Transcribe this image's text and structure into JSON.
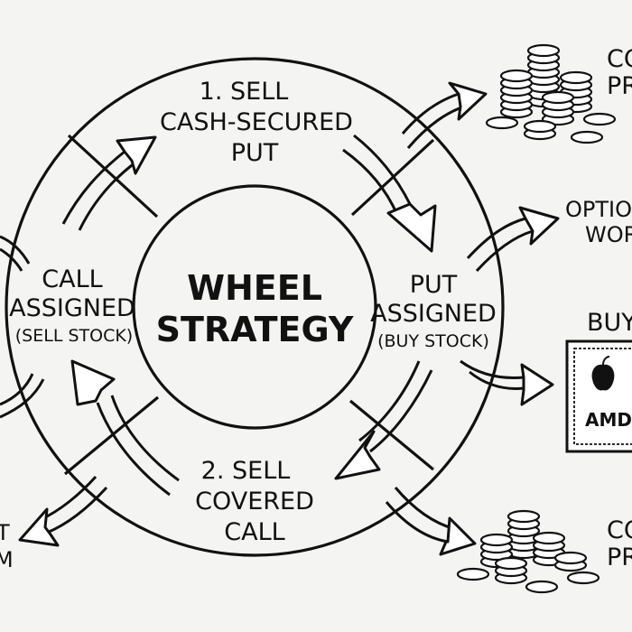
{
  "center": {
    "line1": "WHEEL",
    "line2": "STRATEGY"
  },
  "steps": {
    "sell_put": {
      "line1": "1. SELL",
      "line2": "CASH-SECURED",
      "line3": "PUT"
    },
    "put_assigned": {
      "line1": "PUT",
      "line2": "ASSIGNED",
      "line3": "(BUY STOCK)"
    },
    "sell_call": {
      "line1": "2. SELL",
      "line2": "COVERED",
      "line3": "CALL"
    },
    "call_assigned": {
      "line1": "CALL",
      "line2": "ASSIGNED",
      "line3": "(SELL STOCK)"
    }
  },
  "outcomes": {
    "collect_premium_top": {
      "line1": "CO",
      "line2": "PR"
    },
    "options_worthless": {
      "line1": "OPTIO",
      "line2": "WOR"
    },
    "buy": {
      "line1": "BUY"
    },
    "collect_premium_bottom": {
      "line1": "CO",
      "line2": "PR"
    },
    "left_bottom": {
      "line1": "T",
      "line2": "M"
    }
  },
  "stock_certificate": {
    "ticker": "AMD",
    "logo_icon": "apple-icon"
  },
  "icons": [
    "coin-stack-icon",
    "arrow-icon",
    "apple-icon"
  ]
}
